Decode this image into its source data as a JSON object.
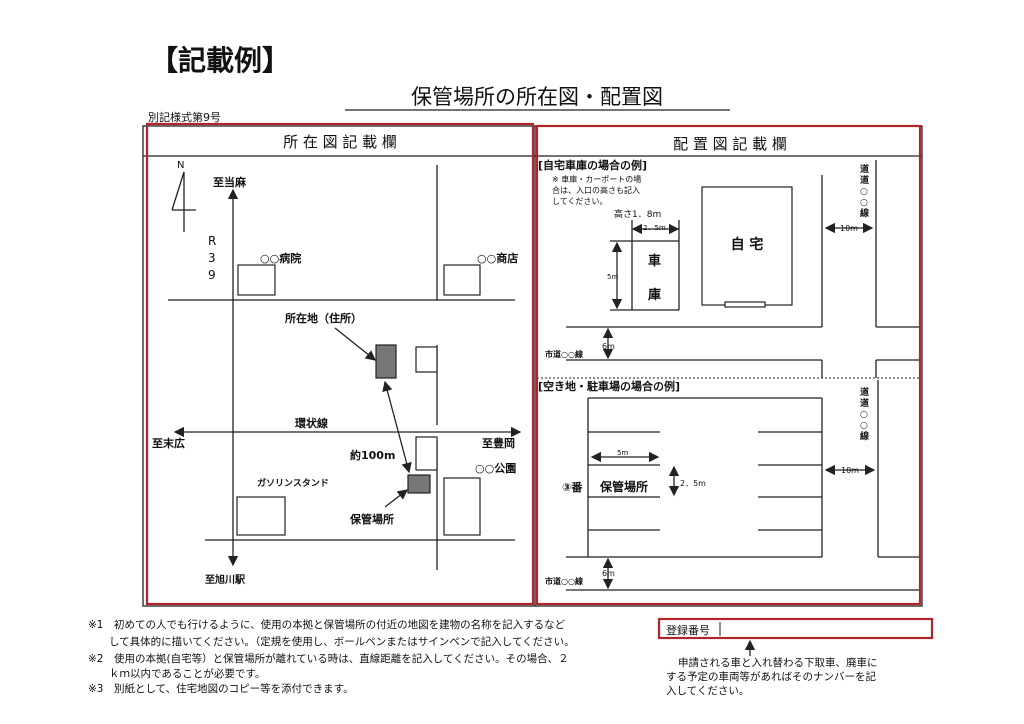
{
  "header": {
    "example_label": "【記載例】",
    "title": "保管場所の所在図・配置図",
    "form_number": "別記様式第9号"
  },
  "location_map": {
    "heading": "所 在 図 記 載 欄",
    "north": "N",
    "to_north": "至当麻",
    "route": [
      "R",
      "3",
      "9"
    ],
    "hospital": "○○病院",
    "shop": "○○商店",
    "residence": "所在地（住所）",
    "ring_road": "環状線",
    "to_west": "至末広",
    "to_east": "至豊岡",
    "distance": "約100m",
    "park": "○○公園",
    "gas_station": "ガソリンスタンド",
    "storage": "保管場所",
    "to_south": "至旭川駅"
  },
  "layout_map": {
    "heading": "配 置 図 記 載 欄",
    "garage_example": {
      "title": "[自宅車庫の場合の例]",
      "note": [
        "※ 車庫・カーポートの場",
        "合は、入口の高さも記入",
        "してください。"
      ],
      "height": "高さ1．8m",
      "width": "2．5m",
      "length": "5m",
      "garage": [
        "車",
        "庫"
      ],
      "house": "自 宅",
      "road_side": [
        "道",
        "道",
        "○",
        "○",
        "線"
      ],
      "road_width": "10m",
      "front_road_width": "6m",
      "front_road": "市道○○線"
    },
    "lot_example": {
      "title": "[空き地・駐車場の場合の例]",
      "space_length": "5m",
      "space_width": "2．5m",
      "space_number": "③番",
      "storage": "保管場所",
      "road_side": [
        "道",
        "道",
        "○",
        "○",
        "線"
      ],
      "road_width": "10m",
      "front_road_width": "6m",
      "front_road": "市道○○線"
    }
  },
  "notes": [
    "※1　初めての人でも行けるように、使用の本拠と保管場所の付近の地図を建物の名称を記入するなど",
    "　　して具体的に描いてください。（定規を使用し、ボールペンまたはサインペンで記入してください。",
    "※2　使用の本拠(自宅等）と保管場所が離れている時は、直線距離を記入してください。その場合、２",
    "　　ｋｍ以内であることが必要です。",
    "※3　別紙として、住宅地図のコピー等を添付できます。"
  ],
  "registration": {
    "label": "登録番号",
    "value": "",
    "hint": [
      "申請される車と入れ替わる下取車、廃車に",
      "する予定の車両等があればそのナンバーを記",
      "入してください。"
    ]
  }
}
